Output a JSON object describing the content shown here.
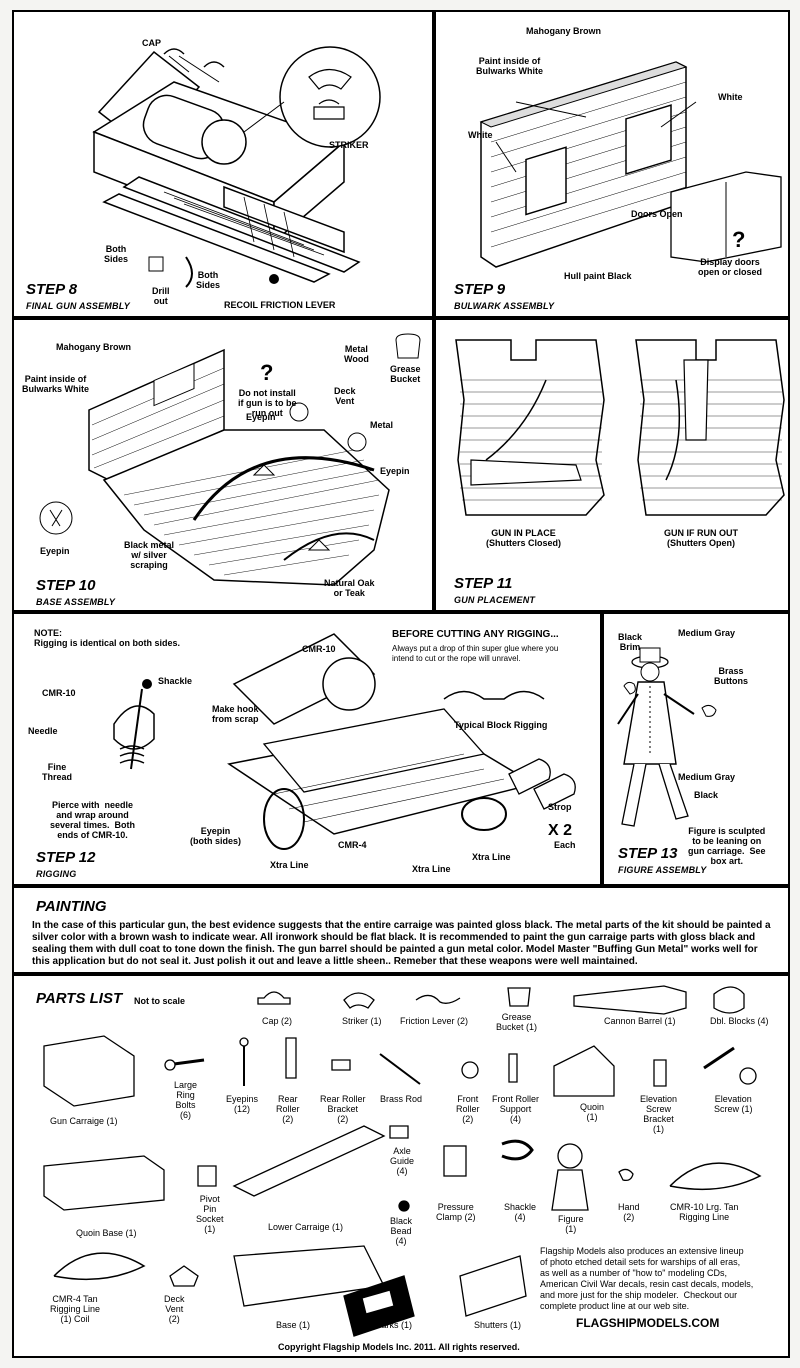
{
  "step8": {
    "title": "STEP 8",
    "subtitle": "FINAL GUN ASSEMBLY",
    "labels": {
      "cap": "CAP",
      "striker": "STRIKER",
      "both_sides_a": "Both\nSides",
      "both_sides_b": "Both\nSides",
      "drill_out": "Drill\nout",
      "recoil": "RECOIL FRICTION LEVER"
    }
  },
  "step9": {
    "title": "STEP 9",
    "subtitle": "BULWARK ASSEMBLY",
    "labels": {
      "mahogany": "Mahogany Brown",
      "paint_inside": "Paint inside of\nBulwarks White",
      "white_left": "White",
      "white_right": "White",
      "doors_open": "Doors Open",
      "hull": "Hull paint Black",
      "display": "Display doors\nopen or closed"
    }
  },
  "step10": {
    "title": "STEP 10",
    "subtitle": "BASE ASSEMBLY",
    "labels": {
      "mahogany": "Mahogany Brown",
      "paint_inside": "Paint inside of\nBulwarks White",
      "do_not_install": "Do not install\nif gun is to be\nrun out",
      "metal_wood": "Metal\nWood",
      "grease": "Grease\nBucket",
      "deck_vent": "Deck\nVent",
      "metal": "Metal",
      "eyepin1": "Eyepin",
      "eyepin2": "Eyepin",
      "eyepin3": "Eyepin",
      "black_metal": "Black metal\nw/ silver\nscraping",
      "natural_oak": "Natural Oak\nor Teak"
    }
  },
  "step11": {
    "title": "STEP 11",
    "subtitle": "GUN PLACEMENT",
    "labels": {
      "in_place": "GUN IN PLACE\n(Shutters Closed)",
      "run_out": "GUN IF RUN OUT\n(Shutters Open)"
    }
  },
  "step12": {
    "title": "STEP 12",
    "subtitle": "RIGGING",
    "labels": {
      "note": "NOTE:\nRigging is identical on both sides.",
      "before_cutting": "BEFORE CUTTING ANY RIGGING...",
      "before_cutting_sub": "Always put a drop of thin super glue where you\nintend to cut or the rope will unravel.",
      "cmr10_top": "CMR-10",
      "cmr10_left": "CMR-10",
      "shackle": "Shackle",
      "make_hook": "Make hook\nfrom scrap",
      "needle": "Needle",
      "fine_thread": "Fine\nThread",
      "pierce": "Pierce with  needle\nand wrap around\nseveral times.  Both\nends of CMR-10.",
      "typical_block": "Typical Block Rigging",
      "strop": "Strop",
      "x2": "X 2",
      "each": "Each",
      "eyepin_both": "Eyepin\n(both sides)",
      "cmr4": "CMR-4",
      "xtra1": "Xtra Line",
      "xtra2": "Xtra Line",
      "xtra3": "Xtra Line"
    }
  },
  "step13": {
    "title": "STEP 13",
    "subtitle": "FIGURE ASSEMBLY",
    "labels": {
      "black_brim": "Black\nBrim",
      "medium_gray_top": "Medium Gray",
      "brass_buttons": "Brass\nButtons",
      "medium_gray_mid": "Medium Gray",
      "black": "Black",
      "sculpted": "Figure is sculpted\nto be leaning on\ngun carriage.  See\nbox art."
    }
  },
  "painting": {
    "heading": "PAINTING",
    "text": "In the case of this particular gun, the best evidence suggests that the entire carraige was painted gloss black.  The metal parts of the kit should be painted a silver color with a brown wash to indicate wear.  All ironwork should be flat black.  It is recommended to paint the gun carraige parts with gloss black and sealing them with dull coat to tone down the finish.  The gun barrel should be painted a gun metal color.  Model Master \"Buffing Gun Metal\" works well for this application but do not seal it.  Just polish it out and leave a little sheen..  Remeber that these weapons were well maintained."
  },
  "parts": {
    "heading": "PARTS LIST",
    "scale_note": "Not to scale",
    "items": [
      "Cap (2)",
      "Striker (1)",
      "Friction Lever (2)",
      "Grease\nBucket (1)",
      "Cannon Barrel (1)",
      "Dbl. Blocks (4)",
      "Gun Carraige (1)",
      "Large\nRing\nBolts\n(6)",
      "Eyepins\n(12)",
      "Rear\nRoller\n(2)",
      "Rear Roller\nBracket\n(2)",
      "Brass Rod",
      "Front\nRoller\n(2)",
      "Front Roller\nSupport\n(4)",
      "Quoin\n(1)",
      "Elevation\nScrew\nBracket\n(1)",
      "Elevation\nScrew (1)",
      "Quoin Base (1)",
      "Pivot\nPin\nSocket\n(1)",
      "Lower Carraige (1)",
      "Axle\nGuide\n(4)",
      "Black\nBead\n(4)",
      "Pressure\nClamp (2)",
      "Shackle\n(4)",
      "Figure\n(1)",
      "Hand\n(2)",
      "CMR-10 Lrg. Tan\nRigging Line",
      "CMR-4 Tan\nRigging Line\n(1) Coil",
      "Deck\nVent\n(2)",
      "Base (1)",
      "Bulwarks (1)",
      "Shutters (1)"
    ]
  },
  "promo": "Flagship Models also produces an extensive lineup\nof photo etched detail sets for warships of all eras,\nas well as a number of \"how to\" modeling CDs,\nAmerican Civil War decals, resin cast decals, models,\nand more just for the ship modeler.  Checkout our\ncomplete product line at our web site.",
  "brand": "FLAGSHIPMODELS.COM",
  "copyright": "Copyright Flagship Models Inc. 2011.  All rights reserved."
}
